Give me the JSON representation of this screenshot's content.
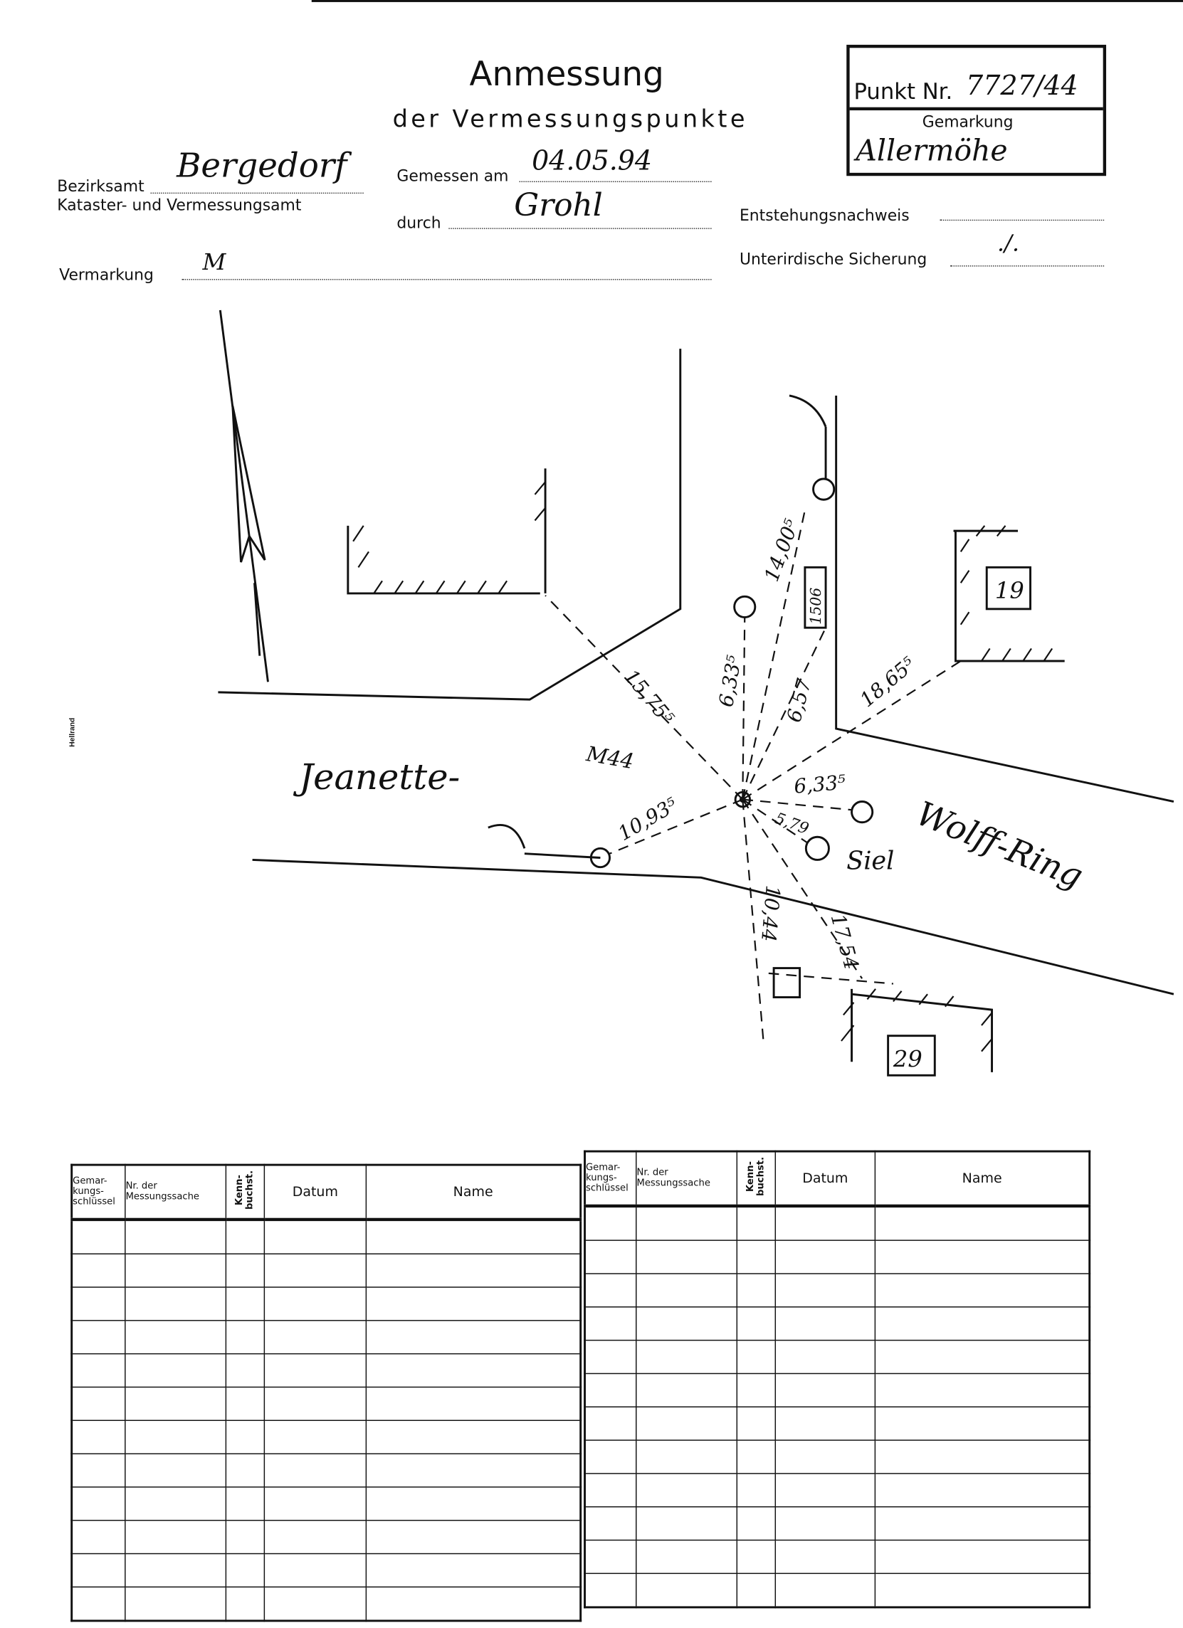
{
  "header": {
    "title": "Anmessung",
    "subtitle": "der Vermessungspunkte",
    "punkt_label": "Punkt Nr.",
    "punkt_value": "7727/44",
    "gemarkung_label": "Gemarkung",
    "gemarkung_value": "Allermöhe",
    "bezirksamt_label": "Bezirksamt",
    "bezirksamt_value": "Bergedorf",
    "amt_label": "Kataster- und Vermessungsamt",
    "gemessen_label": "Gemessen am",
    "gemessen_value": "04.05.94",
    "durch_label": "durch",
    "durch_value": "Grohl",
    "vermarkung_label": "Vermarkung",
    "vermarkung_value": "M",
    "entstehung_label": "Entstehungsnachweis",
    "sicherung_label": "Unterirdische Sicherung",
    "sicherung_value": "./.",
    "side_label": "Hellrand"
  },
  "sketch": {
    "street1": "Jeanette-",
    "street2": "Wolff-Ring",
    "point_label": "M44",
    "siel": "Siel",
    "building1": "19",
    "building2": "29",
    "box_label": "1506",
    "measures": [
      "15,75⁵",
      "6,33⁵",
      "14,00⁵",
      "6,57",
      "18,65⁵",
      "6,33⁵",
      "5,79",
      "10,93⁵",
      "10,44",
      "17,54"
    ]
  },
  "table": {
    "headers": [
      "Gemar-kungs-schlüssel",
      "Nr. der Messungssache",
      "Kenn-buchst.",
      "Datum",
      "Name"
    ],
    "row_count": 12
  }
}
